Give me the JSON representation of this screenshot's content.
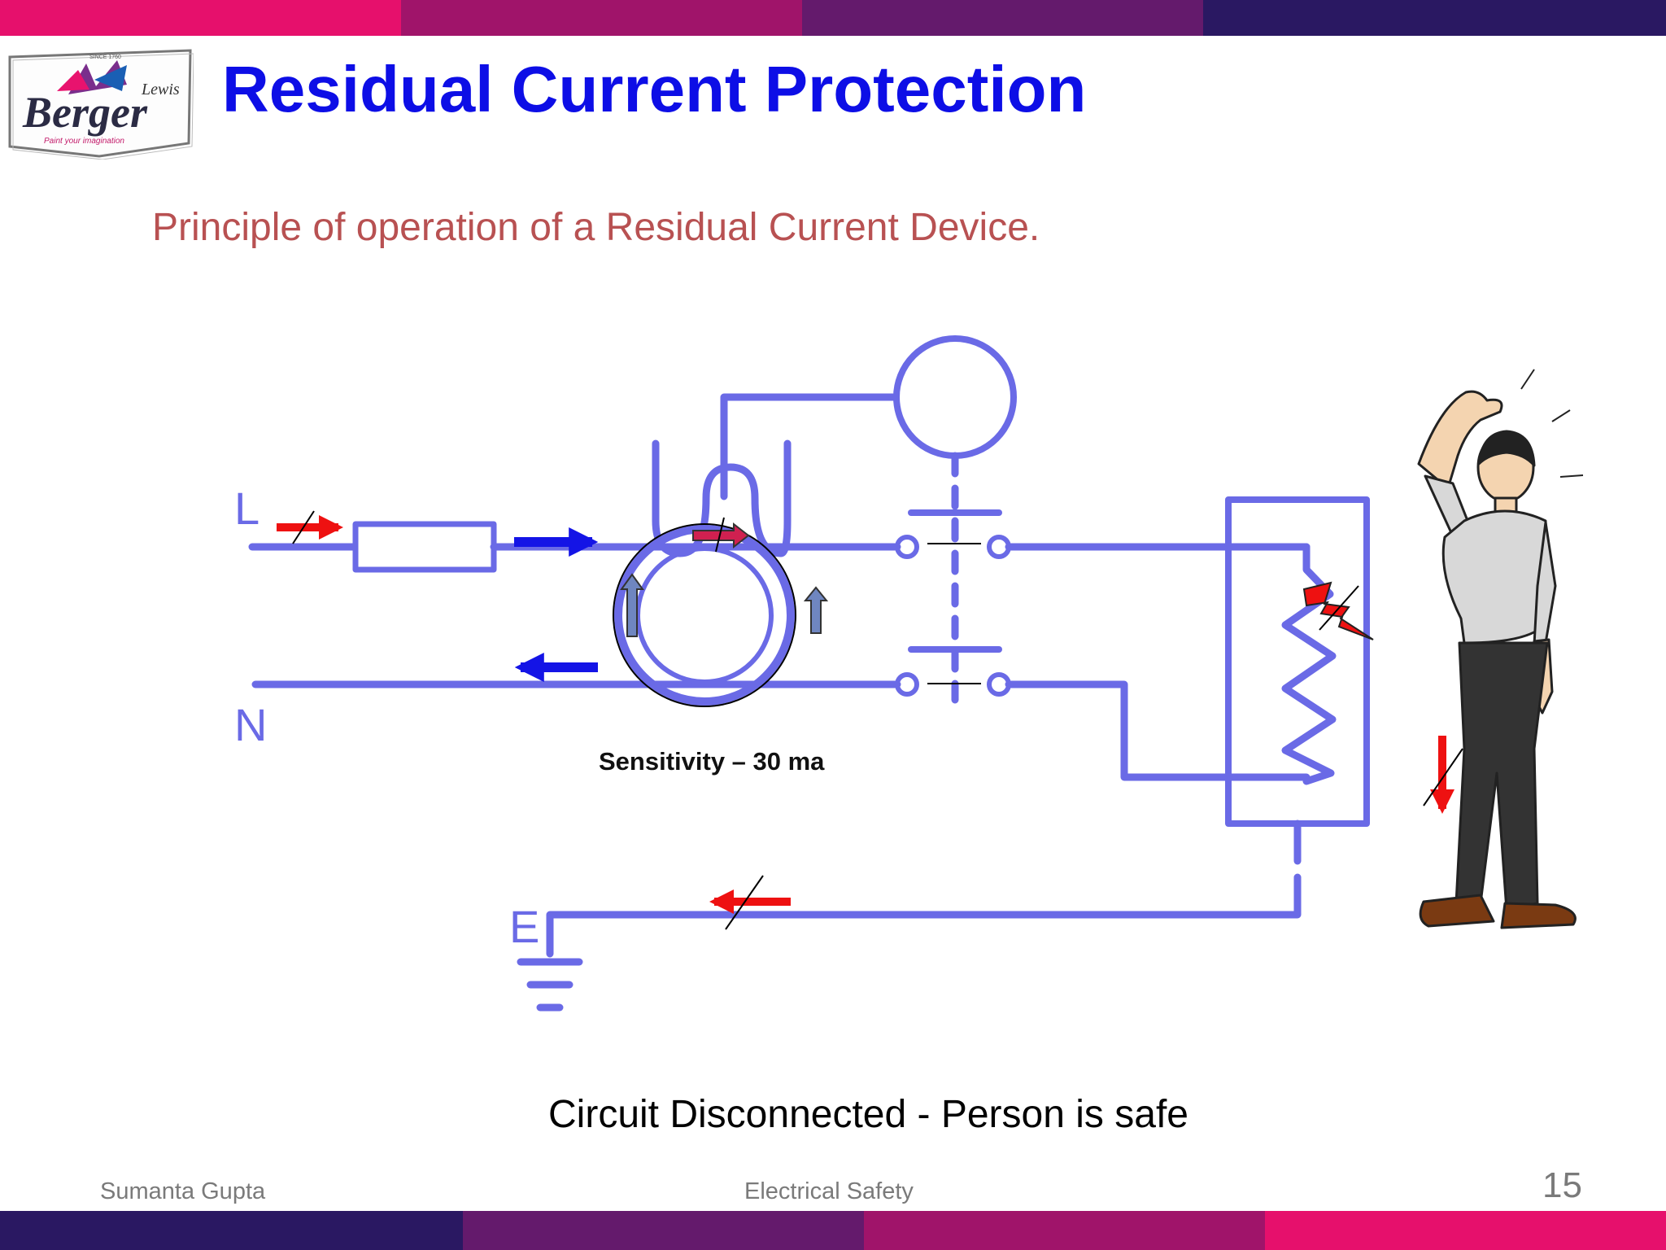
{
  "slide": {
    "title": "Residual Current Protection",
    "subtitle": "Principle of operation of a Residual Current Device.",
    "caption": "Circuit Disconnected  - Person is safe",
    "footer_author": "Sumanta Gupta",
    "footer_topic": "Electrical Safety",
    "page_number": "15"
  },
  "logo": {
    "brand": "Berger",
    "script": "Lewis",
    "tagline": "Paint your imagination",
    "top_text": "SINCE 1760"
  },
  "diagram": {
    "line_label": "L",
    "neutral_label": "N",
    "earth_label": "E",
    "sensitivity_label": "Sensitivity – 30 ma"
  },
  "colors": {
    "title": "#0d0ee6",
    "subtitle": "#b85152",
    "wire": "#6a6ae6",
    "current_arrow": "#1414e6",
    "fault_arrow": "#ee1111",
    "band_colors": [
      "#e6106c",
      "#a0146a",
      "#641a6c",
      "#2a1862"
    ]
  },
  "icons": [
    "fuse-icon",
    "toroid-icon",
    "trip-coil-icon",
    "contact-icon",
    "resistor-icon",
    "lightning-icon",
    "earth-icon",
    "person-icon"
  ]
}
